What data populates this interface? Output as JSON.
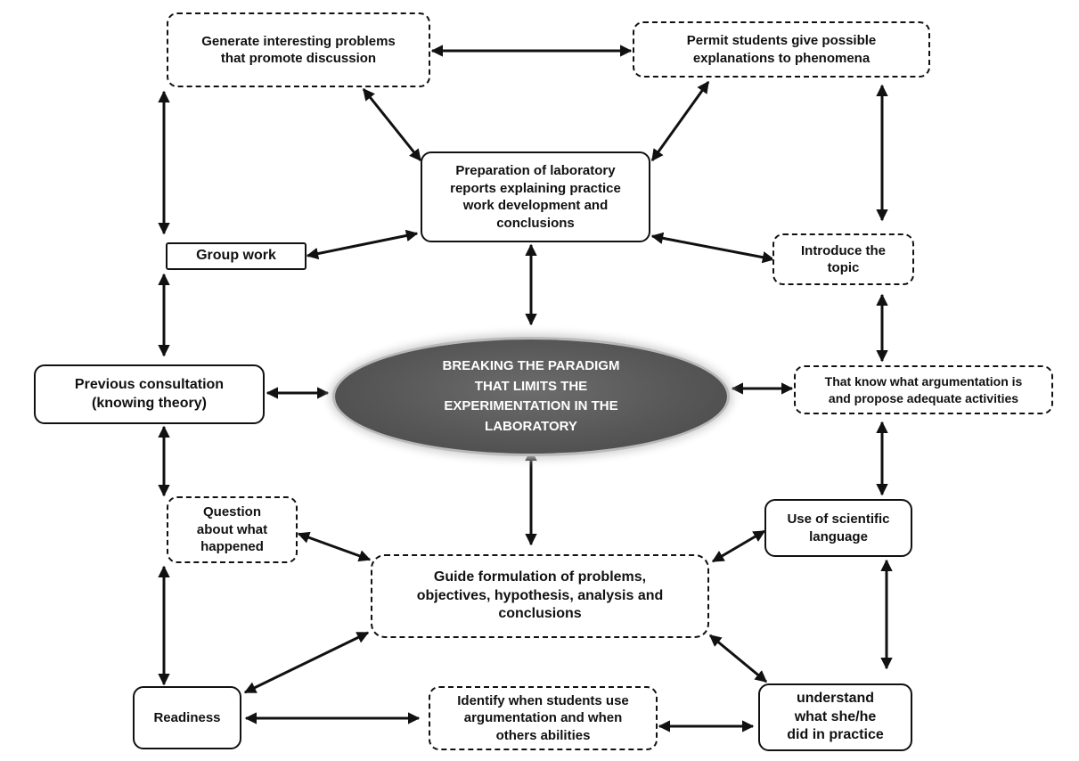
{
  "center": {
    "text": "BREAKING THE PARADIGM\nTHAT LIMITS THE\nEXPERIMENTATION IN THE\nLABORATORY"
  },
  "nodes": {
    "generate": "Generate interesting problems\nthat promote discussion",
    "permit": "Permit students give possible\nexplanations to phenomena",
    "preparation": "Preparation of laboratory\nreports explaining practice\nwork development and\nconclusions",
    "group_work": "Group work",
    "introduce": "Introduce the\ntopic",
    "previous": "Previous consultation\n(knowing theory)",
    "argumentation": "That know what argumentation is\nand propose adequate activities",
    "question": "Question\nabout what\nhappened",
    "scientific": "Use of scientific\nlanguage",
    "guide": "Guide formulation of problems,\nobjectives, hypothesis, analysis and\nconclusions",
    "readiness": "Readiness",
    "identify": "Identify when students use\nargumentation and when\nothers abilities",
    "understand": "understand\nwhat she/he\ndid in practice"
  },
  "colors": {
    "border": "#111111",
    "ellipse_fill": "#575757",
    "ellipse_glow": "#b9b9b9",
    "ellipse_text": "#ffffff"
  }
}
